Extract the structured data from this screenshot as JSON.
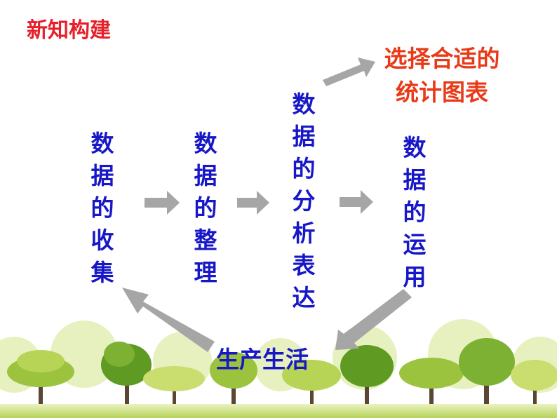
{
  "title": "新知构建",
  "steps": {
    "collect": "数据的收集",
    "organize": "数据的整理",
    "analyze": "数据的分析表达",
    "apply": "数据的运用"
  },
  "branch": {
    "line1": "选择合适的",
    "line2": "统计图表"
  },
  "bottom": "生产生活",
  "colors": {
    "title": "#e6202a",
    "steps": "#1717c8",
    "branch": "#e93a18",
    "arrow": "#a6a6a6",
    "foliage_light": "#c9de6f",
    "foliage_mid": "#9cc33d",
    "foliage_dark": "#5f9a22",
    "trunk": "#5a4632"
  },
  "decoration": "tree-row"
}
